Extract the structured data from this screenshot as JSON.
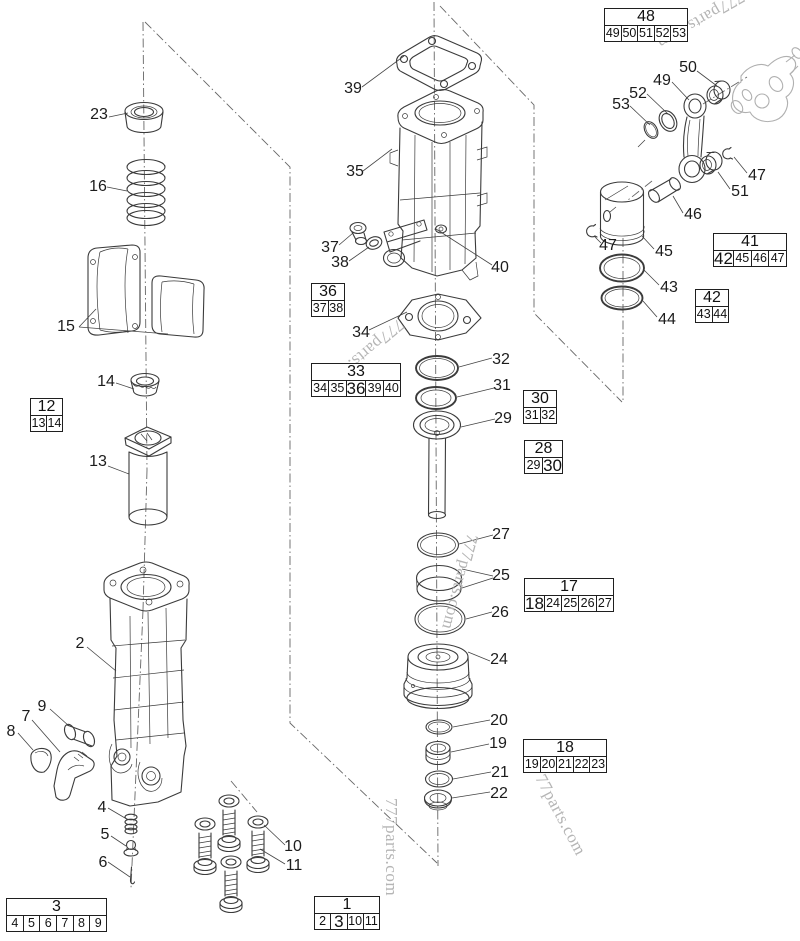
{
  "watermark": {
    "text": "777parts.com"
  },
  "callouts": {
    "c2": "2",
    "c4": "4",
    "c5": "5",
    "c6": "6",
    "c7": "7",
    "c8": "8",
    "c9": "9",
    "c10": "10",
    "c11": "11",
    "c13": "13",
    "c14": "14",
    "c15": "15",
    "c16": "16",
    "c19": "19",
    "c20": "20",
    "c21": "21",
    "c22": "22",
    "c23": "23",
    "c24": "24",
    "c25": "25",
    "c26": "26",
    "c27": "27",
    "c29": "29",
    "c31": "31",
    "c32": "32",
    "c34": "34",
    "c35": "35",
    "c37": "37",
    "c38": "38",
    "c39": "39",
    "c40": "40",
    "c43": "43",
    "c44": "44",
    "c45": "45",
    "c46": "46",
    "c47l": "47",
    "c47r": "47",
    "c49": "49",
    "c50": "50",
    "c51": "51",
    "c52": "52",
    "c53": "53"
  },
  "boxes": {
    "b48": {
      "header": "48",
      "cells": [
        "49",
        "50",
        "51",
        "52",
        "53"
      ]
    },
    "b41": {
      "header": "41",
      "cells": [
        "42",
        "45",
        "46",
        "47"
      ]
    },
    "b42": {
      "header": "42",
      "cells": [
        "43",
        "44"
      ]
    },
    "b36": {
      "header": "36",
      "cells": [
        "37",
        "38"
      ]
    },
    "b33": {
      "header": "33",
      "cells": [
        "34",
        "35",
        "36",
        "39",
        "40"
      ]
    },
    "b30": {
      "header": "30",
      "cells": [
        "31",
        "32"
      ]
    },
    "b28": {
      "header": "28",
      "cells": [
        "29",
        "30"
      ]
    },
    "b17": {
      "header": "17",
      "cells": [
        "18",
        "24",
        "25",
        "26",
        "27"
      ]
    },
    "b18": {
      "header": "18",
      "cells": [
        "19",
        "20",
        "21",
        "22",
        "23"
      ]
    },
    "b12": {
      "header": "12",
      "cells": [
        "13",
        "14"
      ]
    },
    "b3": {
      "header": "3",
      "cells": [
        "4",
        "5",
        "6",
        "7",
        "8",
        "9"
      ]
    },
    "b1": {
      "header": "1",
      "cells": [
        "2",
        "3",
        "10",
        "11"
      ]
    }
  }
}
